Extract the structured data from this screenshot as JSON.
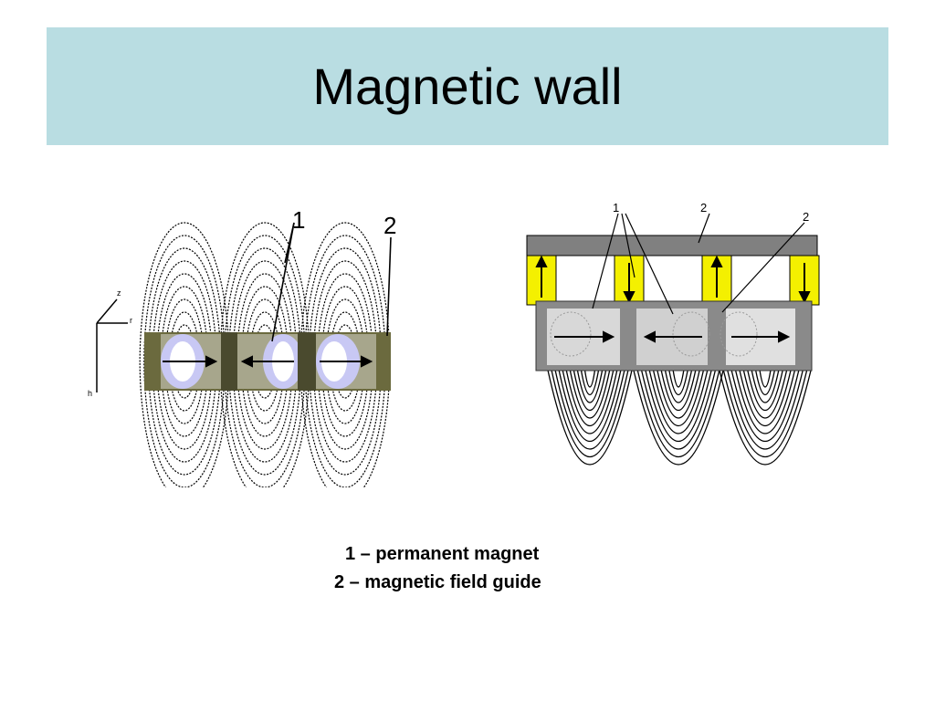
{
  "slide": {
    "title": "Magnetic wall"
  },
  "left_diagram": {
    "label_1": "1",
    "label_2": "2",
    "axis_labels": [
      "z",
      "r",
      "h"
    ]
  },
  "right_diagram": {
    "label_1": "1",
    "label_2a": "2",
    "label_2b": "2"
  },
  "legend": {
    "items": [
      "1 – permanent magnet",
      "2 – magnetic field guide"
    ]
  },
  "colors": {
    "title_bar": "#b9dde2",
    "magnet_olive": "#6b6a3e",
    "guide_gray": "#8a8a8a",
    "core_lavender": "#c8c8f4",
    "pole_yellow": "#f4f000"
  }
}
